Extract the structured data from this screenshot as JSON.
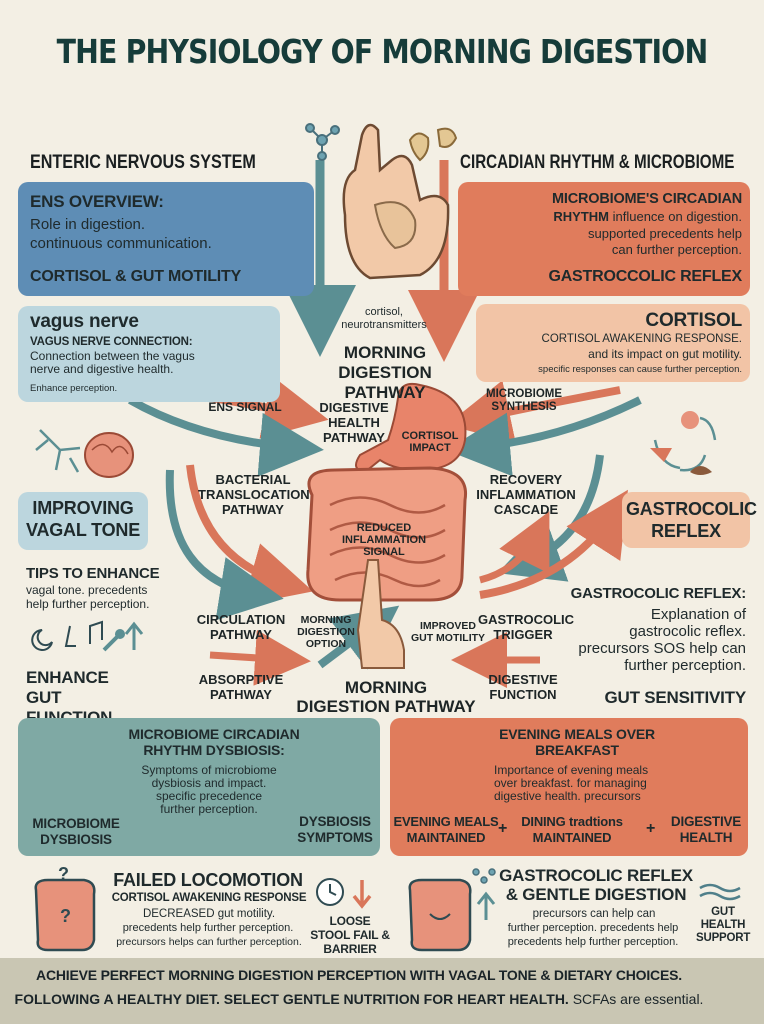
{
  "title": "THE PHYSIOLOGY OF MORNING DIGESTION",
  "left": {
    "section": "ENTERIC NERVOUS SYSTEM",
    "ens_title": "ENS OVERVIEW:",
    "ens_line1": "Role in digestion.",
    "ens_line2": "continuous communication.",
    "cortisol_motility": "CORTISOL & GUT MOTILITY",
    "vagus_title": "vagus nerve",
    "vagus_sub": "VAGUS NERVE CONNECTION:",
    "vagus_line1": "Connection between the vagus",
    "vagus_line2": "nerve and digestive health.",
    "vagus_small": "Enhance perception.",
    "improving": "IMPROVING VAGAL TONE",
    "tips_title": "TIPS TO ENHANCE",
    "tips_line1": "vagal tone. precedents",
    "tips_line2": "help further perception.",
    "enhance_gut": "ENHANCE GUT FUNCTION"
  },
  "right": {
    "section": "CIRCADIAN RHYTHM & MICROBIOME",
    "micro_title1": "MICROBIOME'S CIRCADIAN",
    "micro_title2_bold": "RHYTHM",
    "micro_title2_rest": " influence on digestion.",
    "micro_line3": "supported precedents help",
    "micro_line4": "can further perception.",
    "gastro_reflex": "GASTROCCOLIC REFLEX",
    "cortisol_title": "CORTISOL",
    "cortisol_sub": "CORTISOL AWAKENING RESPONSE.",
    "cortisol_line": "and its impact on gut motility.",
    "cortisol_small": "specific responses can cause further perception.",
    "gastro_box": "GASTROCOLIC REFLEX",
    "gastro_colon": "GASTROCOLIC REFLEX:",
    "gastro_line1": "Explanation of",
    "gastro_line2": "gastrocolic reflex.",
    "gastro_line3": "precursors SOS help can",
    "gastro_line4": "further perception.",
    "gut_sensitivity": "GUT SENSITIVITY"
  },
  "center": {
    "cortisol_neuro": "cortisol, neurotransmitters",
    "morning_pathway": "MORNING DIGESTION PATHWAY",
    "ens_signal": "ENS SIGNAL",
    "digestive_health": "DIGESTIVE HEALTH PATHWAY",
    "cortisol_impact": "CORTISOL IMPACT",
    "microbiome_synthesis": "MICROBIOME SYNTHESIS",
    "bacterial": "BACTERIAL TRANSLOCATION PATHWAY",
    "recovery": "RECOVERY INFLAMMATION CASCADE",
    "reduced": "REDUCED INFLAMMATION SIGNAL",
    "circulation": "CIRCULATION PATHWAY",
    "morning_option": "MORNING DIGESTION OPTION",
    "improved": "IMPROVED GUT MOTILITY",
    "gastro_trigger": "GASTROCOLIC TRIGGER",
    "absorptive": "ABSORPTIVE PATHWAY",
    "morning_bottom": "MORNING DIGESTION PATHWAY",
    "digestive_function": "DIGESTIVE FUNCTION"
  },
  "teal_panel": {
    "title1": "MICROBIOME CIRCADIAN",
    "title2": "RHYTHM DYSBIOSIS:",
    "line1": "Symptoms of microbiome",
    "line2": "dysbiosis and impact.",
    "line3": "specific precedence",
    "line4": "further perception.",
    "left_label": "MICROBIOME DYSBIOSIS",
    "right_label": "DYSBIOSIS SYMPTOMS"
  },
  "orange_panel": {
    "title1": "EVENING MEALS OVER",
    "title2": "BREAKFAST",
    "line1": "Importance of evening meals",
    "line2": "over breakfast. for managing",
    "line3": "digestive health. precursors",
    "item1": "EVENING MEALS MAINTAINED",
    "item2": "DINING tradtions MAINTAINED",
    "item3": "DIGESTIVE HEALTH"
  },
  "bottom_left": {
    "title": "FAILED LOCOMOTION",
    "sub": "CORTISOL AWAKENING RESPONSE",
    "line1": "DECREASED gut motility.",
    "line2": "precedents help further perception.",
    "line3": "precursors helps can further perception.",
    "stool": "LOOSE STOOL FAIL & BARRIER"
  },
  "bottom_right": {
    "title1": "GASTROCOLIC REFLEX",
    "title2": "& GENTLE DIGESTION",
    "line1": "precursors can help can",
    "line2": "further perception. precedents help",
    "line3": "precedents help further perception.",
    "support": "GUT HEALTH SUPPORT"
  },
  "footer": {
    "line1": "ACHIEVE PERFECT MORNING DIGESTION PERCEPTION WITH VAGAL TONE & DIETARY CHOICES.",
    "line2_bold": "FOLLOWING A HEALTHY DIET. SELECT GENTLE NUTRITION FOR HEART HEALTH.",
    "line2_rest": " SCFAs are essential."
  },
  "colors": {
    "background": "#f3efe4",
    "blue": "#5e8db5",
    "light_blue": "#bcd6de",
    "orange": "#e07c5c",
    "peach": "#f2c4a6",
    "teal": "#7fa9a4",
    "arrow_teal": "#5b8f93",
    "arrow_orange": "#d9765a",
    "title": "#163c3a"
  },
  "icons": [
    "brain-icon",
    "intestine-icon",
    "neuron-icon",
    "hand-icon",
    "microbiome-dish-icon",
    "clock-icon",
    "sun-icon",
    "cycle-icon",
    "meditation-icon",
    "nose-icon",
    "music-icon",
    "mic-icon",
    "plate-icon",
    "bulb-icon",
    "caduceus-icon",
    "wave-icon"
  ]
}
